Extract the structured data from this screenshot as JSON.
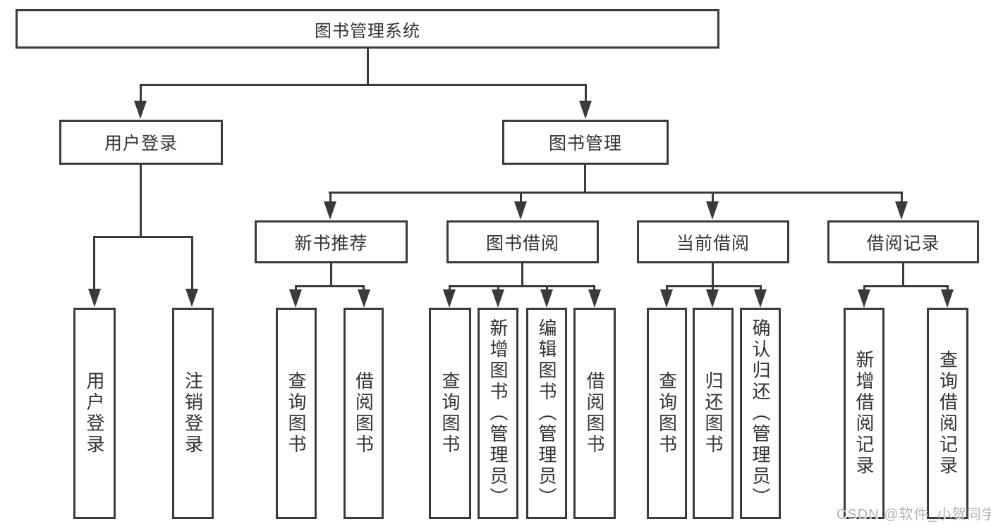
{
  "nodes": {
    "root": "图书管理系统",
    "user_login": "用户登录",
    "book_mgmt": "图书管理",
    "leaf_user_login": "用户登录",
    "leaf_logout": "注销登录",
    "new_book_rec": "新书推荐",
    "book_borrow": "图书借阅",
    "current_borrow": "当前借阅",
    "borrow_records": "借阅记录",
    "rec_query_books": "查询图书",
    "rec_borrow_books": "借阅图书",
    "bb_query_books": "查询图书",
    "bb_add_books": "新增图书（管理员）",
    "bb_edit_books": "编辑图书（管理员）",
    "bb_borrow_books": "借阅图书",
    "cb_query_books": "查询图书",
    "cb_return_books": "归还图书",
    "cb_confirm_return": "确认归还（管理员）",
    "br_add_record": "新增借阅记录",
    "br_query_record": "查询借阅记录"
  },
  "watermark": "CSDN @软件_小贺同学",
  "colors": {
    "line": "#3a3a3a",
    "text": "#333333",
    "wm": "#b3b3b3",
    "bg": "#ffffff"
  }
}
